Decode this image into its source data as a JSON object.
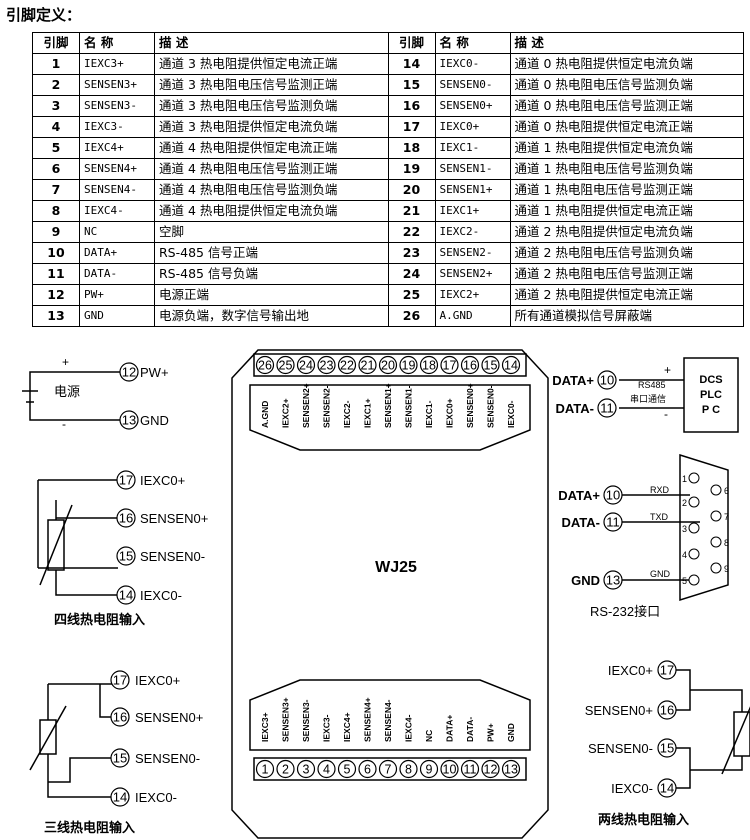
{
  "title": "引脚定义：",
  "table": {
    "headers": [
      "引脚",
      "名 称",
      "描   述",
      "引脚",
      "名 称",
      "描   述"
    ],
    "rows": [
      [
        "1",
        "IEXC3+",
        "通道 3 热电阻提供恒定电流正端",
        "14",
        "IEXC0-",
        "通道 0 热电阻提供恒定电流负端"
      ],
      [
        "2",
        "SENSEN3+",
        "通道 3 热电阻电压信号监测正端",
        "15",
        "SENSEN0-",
        "通道 0 热电阻电压信号监测负端"
      ],
      [
        "3",
        "SENSEN3-",
        "通道 3 热电阻电压信号监测负端",
        "16",
        "SENSEN0+",
        "通道 0 热电阻电压信号监测正端"
      ],
      [
        "4",
        "IEXC3-",
        "通道 3 热电阻提供恒定电流负端",
        "17",
        "IEXC0+",
        "通道 0 热电阻提供恒定电流正端"
      ],
      [
        "5",
        "IEXC4+",
        "通道 4 热电阻提供恒定电流正端",
        "18",
        "IEXC1-",
        "通道 1 热电阻提供恒定电流负端"
      ],
      [
        "6",
        "SENSEN4+",
        "通道 4 热电阻电压信号监测正端",
        "19",
        "SENSEN1-",
        "通道 1 热电阻电压信号监测负端"
      ],
      [
        "7",
        "SENSEN4-",
        "通道 4 热电阻电压信号监测负端",
        "20",
        "SENSEN1+",
        "通道 1 热电阻电压信号监测正端"
      ],
      [
        "8",
        "IEXC4-",
        "通道 4 热电阻提供恒定电流负端",
        "21",
        "IEXC1+",
        "通道 1 热电阻提供恒定电流正端"
      ],
      [
        "9",
        "NC",
        "空脚",
        "22",
        "IEXC2-",
        "通道 2 热电阻提供恒定电流负端"
      ],
      [
        "10",
        "DATA+",
        "RS-485 信号正端",
        "23",
        "SENSEN2-",
        "通道 2 热电阻电压信号监测负端"
      ],
      [
        "11",
        "DATA-",
        "RS-485 信号负端",
        "24",
        "SENSEN2+",
        "通道 2 热电阻电压信号监测正端"
      ],
      [
        "12",
        "PW+",
        "电源正端",
        "25",
        "IEXC2+",
        "通道 2 热电阻提供恒定电流正端"
      ],
      [
        "13",
        "GND",
        "电源负端，数字信号输出地",
        "26",
        "A.GND",
        "所有通道模拟信号屏蔽端"
      ]
    ]
  },
  "module": {
    "name": "WJ25",
    "top_pins": [
      "26",
      "25",
      "24",
      "23",
      "22",
      "21",
      "20",
      "19",
      "18",
      "17",
      "16",
      "15",
      "14"
    ],
    "top_labels": [
      "A.GND",
      "IEXC2+",
      "SENSEN2+",
      "SENSEN2-",
      "IEXC2-",
      "IEXC1+",
      "SENSEN1+",
      "SENSEN1-",
      "IEXC1-",
      "IEXC0+",
      "SENSEN0+",
      "SENSEN0-",
      "IEXC0-"
    ],
    "bottom_pins": [
      "1",
      "2",
      "3",
      "4",
      "5",
      "6",
      "7",
      "8",
      "9",
      "10",
      "11",
      "12",
      "13"
    ],
    "bottom_labels": [
      "IEXC3+",
      "SENSEN3+",
      "SENSEN3-",
      "IEXC3-",
      "IEXC4+",
      "SENSEN4+",
      "SENSEN4-",
      "IEXC4-",
      "NC",
      "DATA+",
      "DATA-",
      "PW+",
      "GND"
    ]
  },
  "power": {
    "label": "电源",
    "plus": "+",
    "minus": "-",
    "pins": [
      {
        "num": "12",
        "label": "PW+"
      },
      {
        "num": "13",
        "label": "GND"
      }
    ]
  },
  "four_wire": {
    "caption": "四线热电阻输入",
    "pins": [
      {
        "num": "17",
        "label": "IEXC0+"
      },
      {
        "num": "16",
        "label": "SENSEN0+"
      },
      {
        "num": "15",
        "label": "SENSEN0-"
      },
      {
        "num": "14",
        "label": "IEXC0-"
      }
    ]
  },
  "three_wire": {
    "caption": "三线热电阻输入",
    "pins": [
      {
        "num": "17",
        "label": "IEXC0+"
      },
      {
        "num": "16",
        "label": "SENSEN0+"
      },
      {
        "num": "15",
        "label": "SENSEN0-"
      },
      {
        "num": "14",
        "label": "IEXC0-"
      }
    ]
  },
  "two_wire": {
    "caption": "两线热电阻输入",
    "pins": [
      {
        "num": "17",
        "label": "IEXC0+"
      },
      {
        "num": "16",
        "label": "SENSEN0+"
      },
      {
        "num": "15",
        "label": "SENSEN0-"
      },
      {
        "num": "14",
        "label": "IEXC0-"
      }
    ]
  },
  "rs485": {
    "pins": [
      {
        "num": "10",
        "label": "DATA+"
      },
      {
        "num": "11",
        "label": "DATA-"
      }
    ],
    "line1": "RS485",
    "line2": "串口通信",
    "plus": "+",
    "minus": "-",
    "host": [
      "DCS",
      "PLC",
      "P C"
    ]
  },
  "rs232": {
    "caption": "RS-232接口",
    "pins": [
      {
        "num": "10",
        "label": "DATA+",
        "sig": "RXD"
      },
      {
        "num": "11",
        "label": "DATA-",
        "sig": "TXD"
      },
      {
        "num": "13",
        "label": "GND",
        "sig": "GND"
      }
    ],
    "db9_pins": [
      "1",
      "2",
      "3",
      "4",
      "5",
      "6",
      "7",
      "8",
      "9"
    ]
  }
}
